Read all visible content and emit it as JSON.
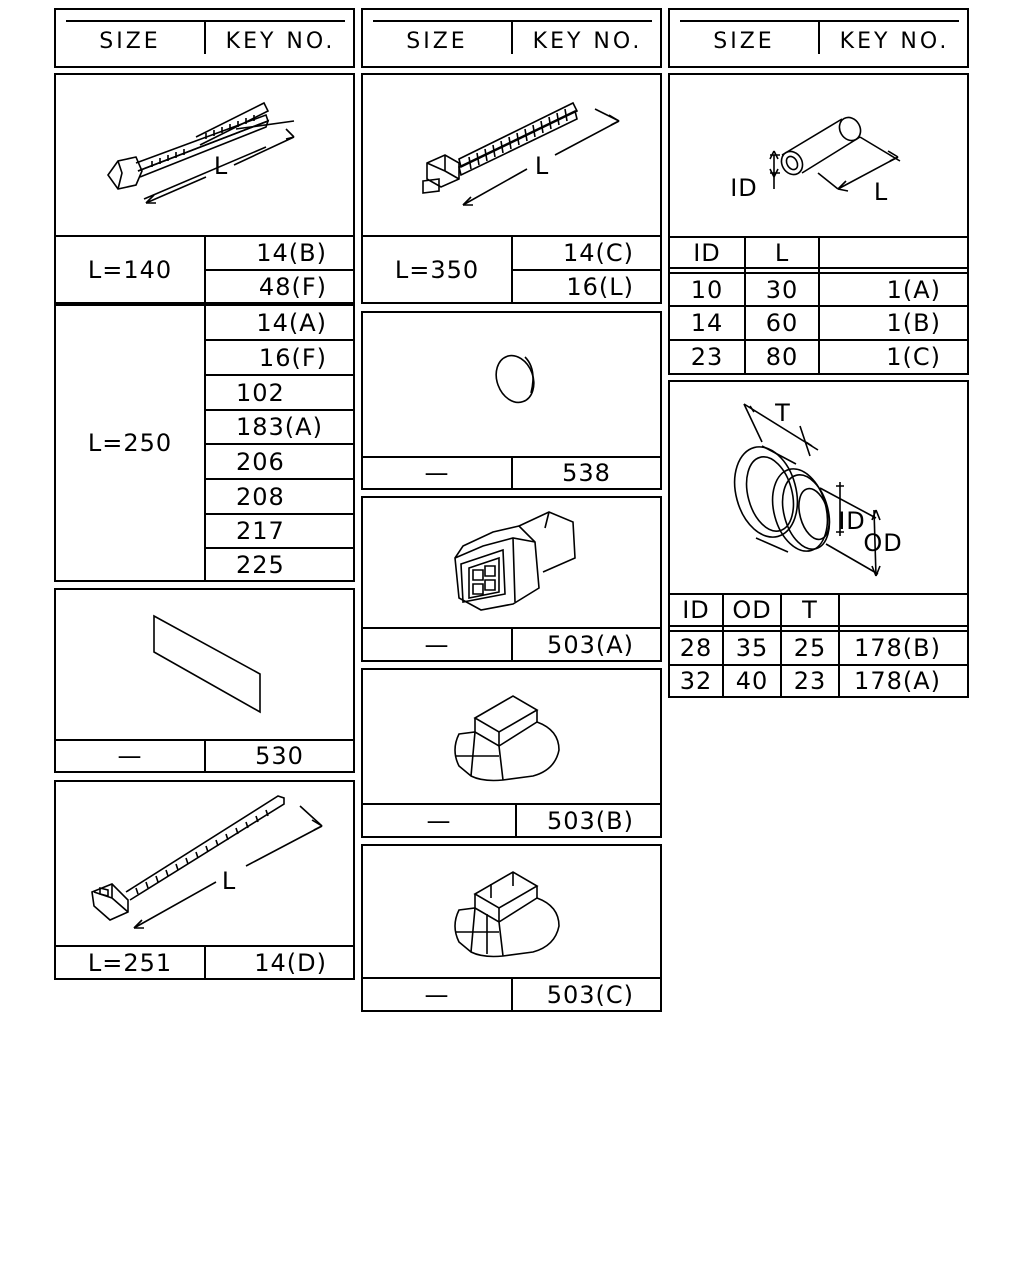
{
  "headers": [
    {
      "size": "SIZE",
      "key": "KEY NO."
    },
    {
      "size": "SIZE",
      "key": "KEY NO."
    },
    {
      "size": "SIZE",
      "key": "KEY NO."
    }
  ],
  "col1": {
    "tie140": {
      "size": "L=140",
      "dim": "L",
      "keys": [
        "14(B)",
        "48(F)"
      ]
    },
    "tie250": {
      "size": "L=250",
      "keys": [
        "14(A)",
        "16(F)",
        "102",
        "183(A)",
        "206",
        "208",
        "217",
        "225"
      ]
    },
    "tape": {
      "size": "—",
      "key": "530"
    },
    "tie251": {
      "size": "L=251",
      "dim": "L",
      "key": "14(D)"
    }
  },
  "col2": {
    "tie350": {
      "size": "L=350",
      "dim": "L",
      "keys": [
        "14(C)",
        "16(L)"
      ]
    },
    "plug": {
      "size": "—",
      "key": "538"
    },
    "connA": {
      "size": "—",
      "key": "503(A)"
    },
    "connB": {
      "size": "—",
      "key": "503(B)"
    },
    "connC": {
      "size": "—",
      "key": "503(C)"
    }
  },
  "col3": {
    "tube": {
      "dim_id": "ID",
      "dim_l": "L",
      "headers": [
        "ID",
        "L",
        ""
      ],
      "rows": [
        [
          "10",
          "30",
          "1(A)"
        ],
        [
          "14",
          "60",
          "1(B)"
        ],
        [
          "23",
          "80",
          "1(C)"
        ]
      ]
    },
    "grommet": {
      "dim_t": "T",
      "dim_id": "ID",
      "dim_od": "OD",
      "headers": [
        "ID",
        "OD",
        "T",
        ""
      ],
      "rows": [
        [
          "28",
          "35",
          "25",
          "178(B)"
        ],
        [
          "32",
          "40",
          "23",
          "178(A)"
        ]
      ]
    }
  }
}
